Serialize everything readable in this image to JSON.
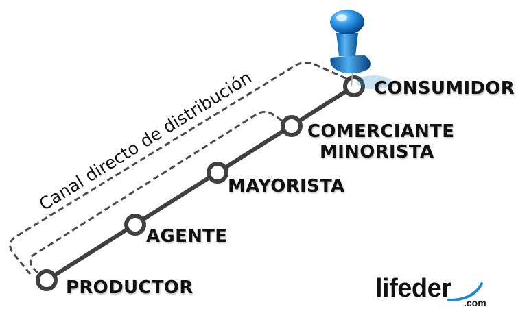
{
  "curve_label": "Canal directo de distribución",
  "nodes": [
    {
      "id": "productor",
      "label": "PRODUCTOR"
    },
    {
      "id": "agente",
      "label": "AGENTE"
    },
    {
      "id": "mayorista",
      "label": "MAYORISTA"
    },
    {
      "id": "comerciante",
      "label_line1": "COMERCIANTE",
      "label_line2": "MINORISTA"
    },
    {
      "id": "consumidor",
      "label": "CONSUMIDOR"
    }
  ],
  "logo": {
    "text": "lifeder",
    "suffix": ".com"
  },
  "colors": {
    "line": "#404040",
    "dash": "#4a4a4a",
    "pin": "#1e88d8",
    "text": "#111111"
  }
}
